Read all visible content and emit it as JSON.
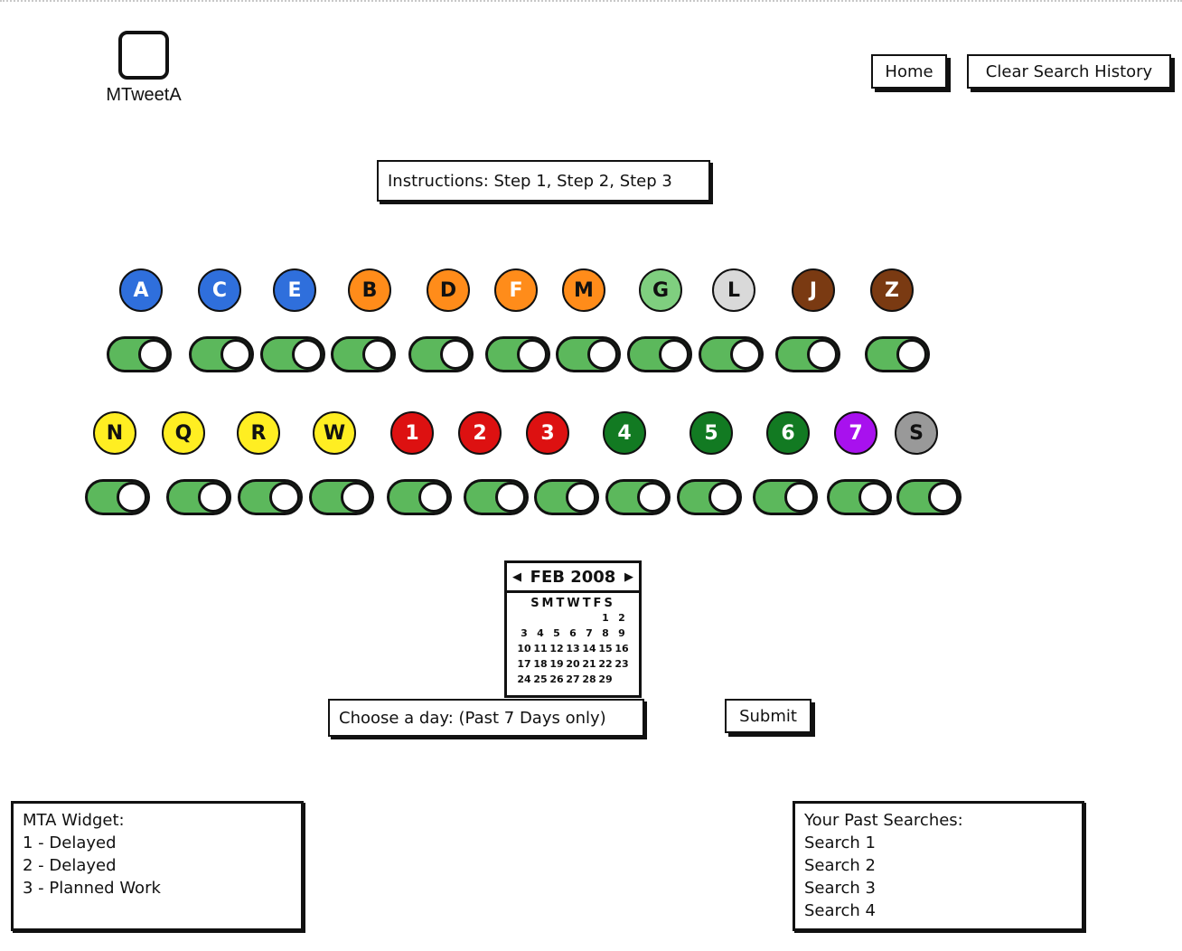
{
  "app": {
    "logo_text": "MTweetA"
  },
  "nav": {
    "home_label": "Home",
    "clear_history_label": "Clear Search History"
  },
  "instructions": "Instructions: Step 1, Step 2, Step 3",
  "lines_row1": [
    {
      "label": "A",
      "color": "#2f6fdc",
      "text_color": "#ffffff",
      "on": true
    },
    {
      "label": "C",
      "color": "#2f6fdc",
      "text_color": "#ffffff",
      "on": true
    },
    {
      "label": "E",
      "color": "#2f6fdc",
      "text_color": "#ffffff",
      "on": true
    },
    {
      "label": "B",
      "color": "#ff8c1a",
      "text_color": "#111111",
      "on": true
    },
    {
      "label": "D",
      "color": "#ff8c1a",
      "text_color": "#111111",
      "on": true
    },
    {
      "label": "F",
      "color": "#ff8c1a",
      "text_color": "#ffffff",
      "on": true
    },
    {
      "label": "M",
      "color": "#ff8c1a",
      "text_color": "#111111",
      "on": true
    },
    {
      "label": "G",
      "color": "#7fcf7f",
      "text_color": "#111111",
      "on": true
    },
    {
      "label": "L",
      "color": "#d9d9d9",
      "text_color": "#111111",
      "on": true
    },
    {
      "label": "J",
      "color": "#7a3a12",
      "text_color": "#ffffff",
      "on": true
    },
    {
      "label": "Z",
      "color": "#7a3a12",
      "text_color": "#ffffff",
      "on": true
    }
  ],
  "lines_row2": [
    {
      "label": "N",
      "color": "#ffee22",
      "text_color": "#111111",
      "on": true
    },
    {
      "label": "Q",
      "color": "#ffee22",
      "text_color": "#111111",
      "on": true
    },
    {
      "label": "R",
      "color": "#ffee22",
      "text_color": "#111111",
      "on": true
    },
    {
      "label": "W",
      "color": "#ffee22",
      "text_color": "#111111",
      "on": true
    },
    {
      "label": "1",
      "color": "#dd1111",
      "text_color": "#ffffff",
      "on": true
    },
    {
      "label": "2",
      "color": "#dd1111",
      "text_color": "#ffffff",
      "on": true
    },
    {
      "label": "3",
      "color": "#dd1111",
      "text_color": "#ffffff",
      "on": true
    },
    {
      "label": "4",
      "color": "#127a22",
      "text_color": "#ffffff",
      "on": true
    },
    {
      "label": "5",
      "color": "#127a22",
      "text_color": "#ffffff",
      "on": true
    },
    {
      "label": "6",
      "color": "#127a22",
      "text_color": "#ffffff",
      "on": true
    },
    {
      "label": "7",
      "color": "#a811ee",
      "text_color": "#ffffff",
      "on": true
    },
    {
      "label": "S",
      "color": "#999999",
      "text_color": "#111111",
      "on": true
    }
  ],
  "calendar": {
    "month_label": "FEB 2008",
    "dow": "SMTWTFS",
    "cells": [
      "",
      "",
      "",
      "",
      "",
      "1",
      "2",
      "3",
      "4",
      "5",
      "6",
      "7",
      "8",
      "9",
      "10",
      "11",
      "12",
      "13",
      "14",
      "15",
      "16",
      "17",
      "18",
      "19",
      "20",
      "21",
      "22",
      "23",
      "24",
      "25",
      "26",
      "27",
      "28",
      "29"
    ]
  },
  "day_picker": {
    "label": "Choose a day: (Past 7 Days only)"
  },
  "submit_label": "Submit",
  "widget": {
    "title": "MTA Widget:",
    "items": [
      "1 - Delayed",
      "2 - Delayed",
      "3 - Planned Work"
    ]
  },
  "past_searches": {
    "title": "Your Past Searches:",
    "items": [
      "Search 1",
      "Search 2",
      "Search 3",
      "Search 4"
    ]
  }
}
